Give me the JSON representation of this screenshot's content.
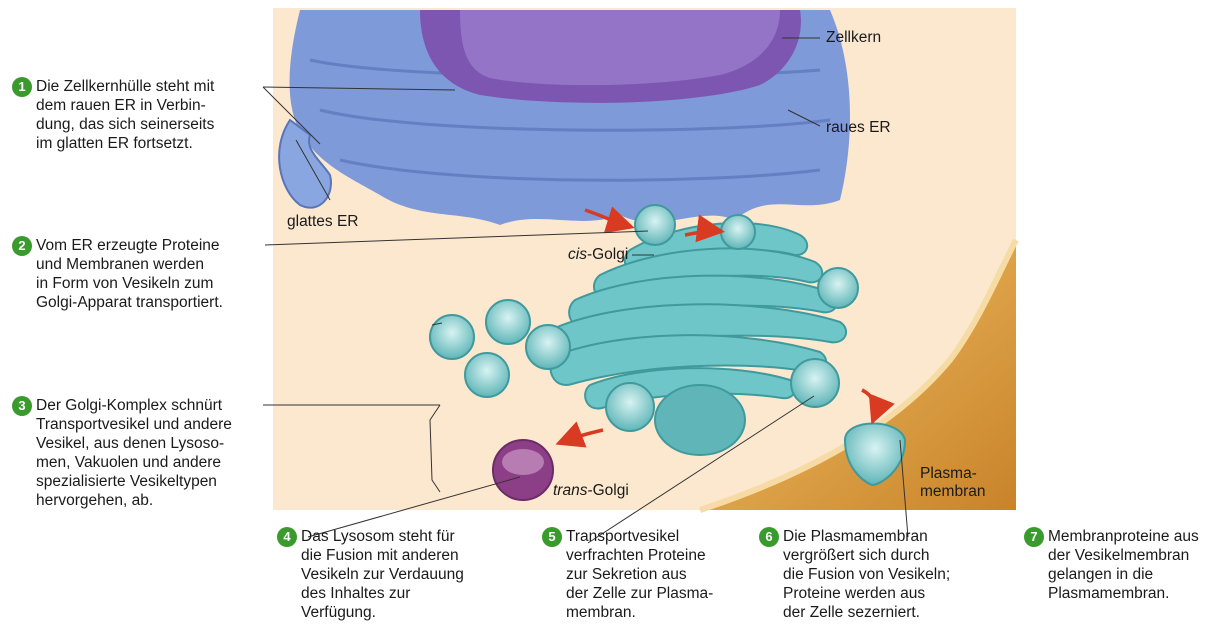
{
  "colors": {
    "background": "#fbe8cf",
    "er": "#7f9ad8",
    "nucleus": "#7d56b2",
    "golgi": "#6fc6c8",
    "lysosome": "#8c3f86",
    "membrane": "#e2a33c",
    "step_badge": "#3a9a2e",
    "arrow": "#d83a22"
  },
  "labels": {
    "zellkern": "Zellkern",
    "raues_er": "raues ER",
    "glattes_er": "glattes ER",
    "cis_golgi_prefix": "cis",
    "cis_golgi_suffix": "-Golgi",
    "trans_golgi_prefix": "trans",
    "trans_golgi_suffix": "-Golgi",
    "plasmamembran": "Plasma-\nmembran"
  },
  "steps": [
    {
      "num": "1",
      "text": "Die Zellkernhülle steht mit\ndem rauen ER in Verbin-\ndung, das sich seinerseits\nim glatten ER fortsetzt."
    },
    {
      "num": "2",
      "text": "Vom ER erzeugte Proteine\nund Membranen werden\nin Form von Vesikeln zum\nGolgi-Apparat transportiert."
    },
    {
      "num": "3",
      "text": "Der Golgi-Komplex schnürt\nTransportvesikel und andere\nVesikel, aus denen Lysoso-\nmen, Vakuolen und andere\nspezialisierte Vesikeltypen\nhervorgehen, ab."
    },
    {
      "num": "4",
      "text": "Das Lysosom steht für\ndie Fusion mit anderen\nVesikeln zur Verdauung\ndes Inhaltes zur\nVerfügung."
    },
    {
      "num": "5",
      "text": "Transportvesikel\nverfrachten Proteine\nzur Sekretion aus\nder Zelle zur Plasma-\nmembran."
    },
    {
      "num": "6",
      "text": "Die Plasmamembran\nvergrößert sich durch\ndie Fusion von Vesikeln;\nProteine werden aus\nder Zelle sezerniert."
    },
    {
      "num": "7",
      "text": "Membranproteine aus\nder Vesikelmembran\ngelangen in die\nPlasmamembran."
    }
  ]
}
